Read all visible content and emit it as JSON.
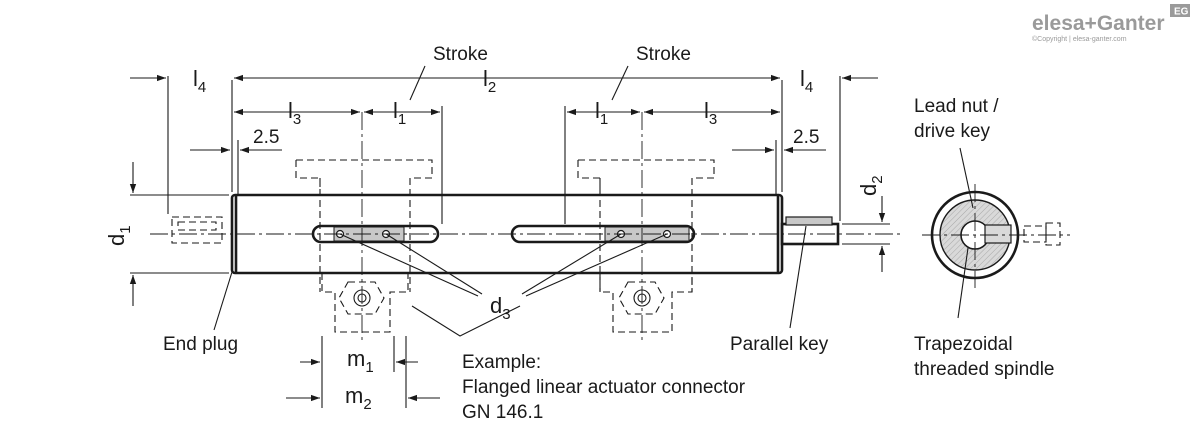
{
  "logo": {
    "brand": "elesa+Ganter",
    "badge": "EG",
    "copyright": "©Copyright | elesa-ganter.com"
  },
  "dimensions": {
    "l2": "l",
    "l2_sub": "2",
    "l4": "l",
    "l4_sub": "4",
    "l3": "l",
    "l3_sub": "3",
    "l1": "l",
    "l1_sub": "1",
    "gap": "2.5",
    "d1": "d",
    "d1_sub": "1",
    "d2": "d",
    "d2_sub": "2",
    "d3": "d",
    "d3_sub": "3",
    "m1": "m",
    "m1_sub": "1",
    "m2": "m",
    "m2_sub": "2"
  },
  "labels": {
    "stroke": "Stroke",
    "end_plug": "End plug",
    "parallel_key": "Parallel key",
    "lead_nut_line1": "Lead nut /",
    "lead_nut_line2": "drive key",
    "spindle_line1": "Trapezoidal",
    "spindle_line2": "threaded spindle",
    "example_line1": "Example:",
    "example_line2": "Flanged linear actuator connector",
    "example_line3": "GN 146.1"
  }
}
